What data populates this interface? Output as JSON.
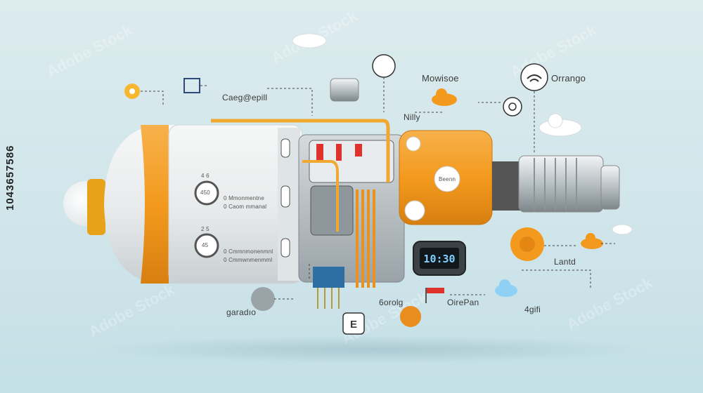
{
  "labels": {
    "cognition": "Caeg@epill",
    "mowisoe": "Mowisoe",
    "orrango": "Orrango",
    "nilly": "Nilly",
    "gargdio": "garadıo",
    "sorolg": "6orolg",
    "oirepan": "OirePan",
    "lantd": "Lantd",
    "agifi": "4gifi",
    "gauge_top_mark": "4 6",
    "gauge_bot_mark": "2 5",
    "info_a": "0 Mmonmentne",
    "info_b": "0 Caom mmanal",
    "info_c": "0 Cmmnmonenmnl",
    "info_d": "0 Cmmwnmenmml",
    "gauge1_val": "450",
    "gauge2_val": "45",
    "dial_label": "Beenn"
  },
  "clock": {
    "display": "10:30"
  },
  "badge": {
    "code": "E"
  },
  "side_text": "1043657586",
  "watermark_text": "Adobe Stock",
  "colors": {
    "orange": "#f39a1e",
    "light_orange": "#f7b14b",
    "white_body": "#eef0f0",
    "grey": "#9aa3a8",
    "blue_accent": "#72c4f0",
    "red_accent": "#e0322d"
  }
}
